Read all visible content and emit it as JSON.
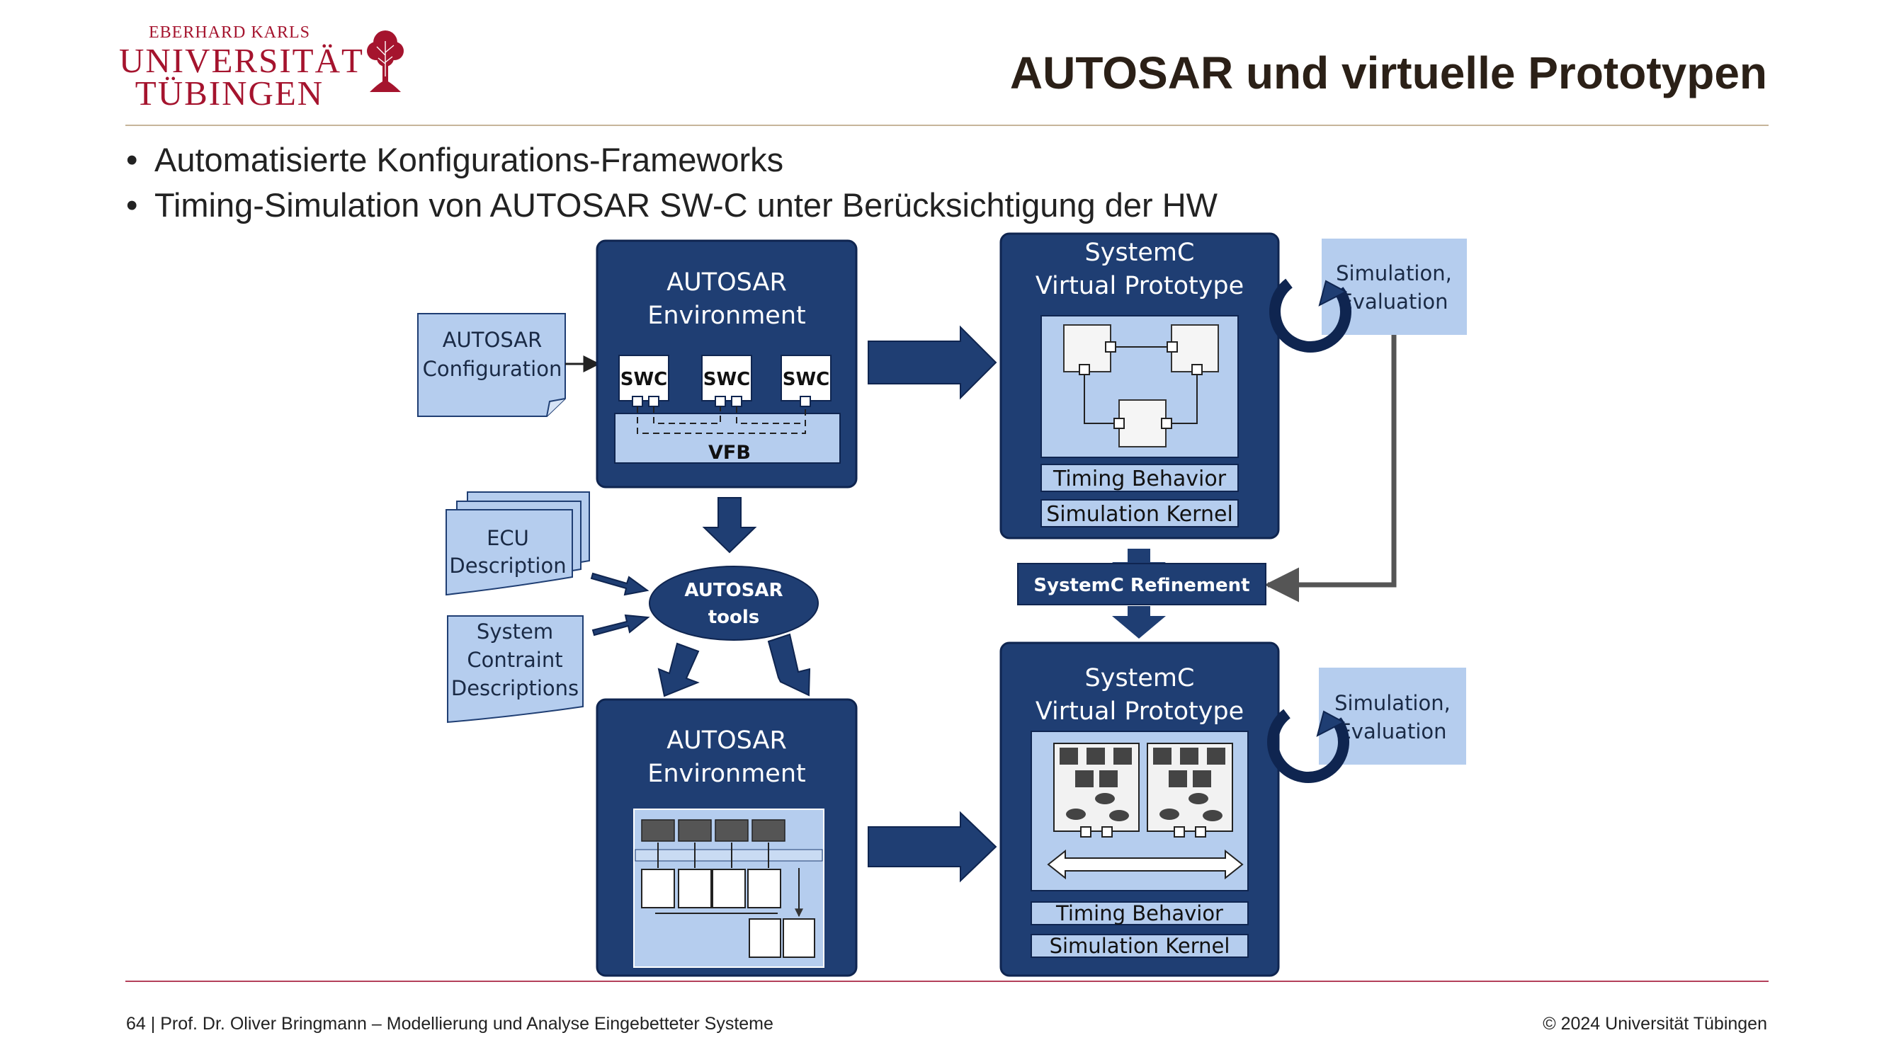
{
  "header": {
    "logo": {
      "line1": "EBERHARD KARLS",
      "line2": "UNIVERSITÄT",
      "line3": "TÜBINGEN"
    },
    "title": "AUTOSAR und virtuelle Prototypen"
  },
  "bullets": [
    "Automatisierte Konfigurations-Frameworks",
    "Timing-Simulation von AUTOSAR SW-C unter Berücksichtigung der HW"
  ],
  "diagram": {
    "autosar_config": [
      "AUTOSAR",
      "Configuration"
    ],
    "env_top": {
      "title": [
        "AUTOSAR",
        "Environment"
      ],
      "swc": [
        "SWC",
        "SWC",
        "SWC"
      ],
      "vfb": "VFB"
    },
    "ecu_description": [
      "ECU",
      "Description"
    ],
    "system_constraints": [
      "System",
      "Contraint",
      "Descriptions"
    ],
    "tools": [
      "AUTOSAR",
      "tools"
    ],
    "env_bottom": {
      "title": [
        "AUTOSAR",
        "Environment"
      ]
    },
    "vp_top": {
      "title": [
        "SystemC",
        "Virtual Prototype"
      ],
      "timing": "Timing Behavior",
      "kernel": "Simulation Kernel"
    },
    "refinement": "SystemC  Refinement",
    "vp_bottom": {
      "title": [
        "SystemC",
        "Virtual Prototype"
      ],
      "timing": "Timing Behavior",
      "kernel": "Simulation Kernel"
    },
    "sim_eval_top": [
      "Simulation,",
      "Evaluation"
    ],
    "sim_eval_bottom": [
      "Simulation,",
      "Evaluation"
    ]
  },
  "footer": {
    "left": "64 | Prof. Dr. Oliver Bringmann – Modellierung und Analyse Eingebetteter Systeme",
    "right": "© 2024 Universität Tübingen"
  },
  "colors": {
    "dark_blue": "#1f3e73",
    "light_blue": "#b5cdee",
    "brand_red": "#a5142e",
    "rule_tan": "#c6b59a"
  }
}
